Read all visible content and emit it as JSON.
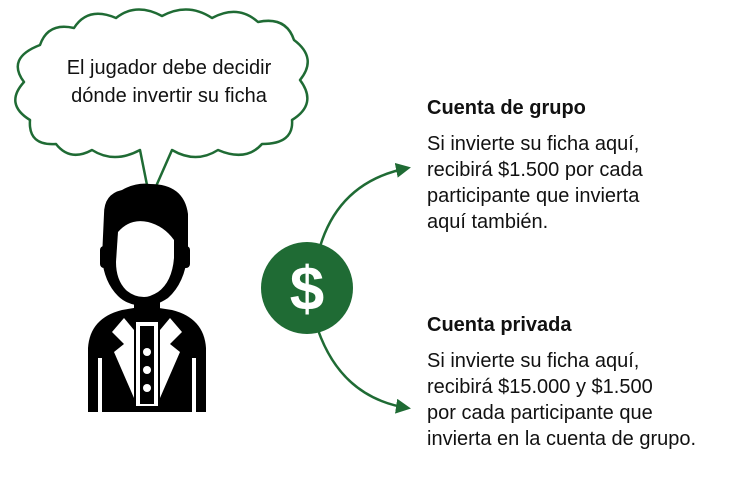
{
  "speech_bubble": {
    "lines": [
      "El jugador debe decidir",
      "dónde invertir su ficha"
    ],
    "color": "#1f6b34"
  },
  "player_icon": {
    "name": "person-icon",
    "color": "#000000"
  },
  "coin": {
    "symbol": "$",
    "color": "#1f6b34",
    "icon_name": "dollar-coin-icon"
  },
  "arrows": {
    "color": "#1f6b34"
  },
  "options": [
    {
      "title": "Cuenta de grupo",
      "lines": [
        "Si invierte su ficha aquí,",
        "recibirá $1.500 por cada",
        "participante que invierta",
        "aquí también."
      ]
    },
    {
      "title": "Cuenta privada",
      "lines": [
        "Si invierte su ficha aquí,",
        "recibirá $15.000 y $1.500",
        "por cada participante que",
        "invierta en la cuenta de grupo."
      ]
    }
  ]
}
